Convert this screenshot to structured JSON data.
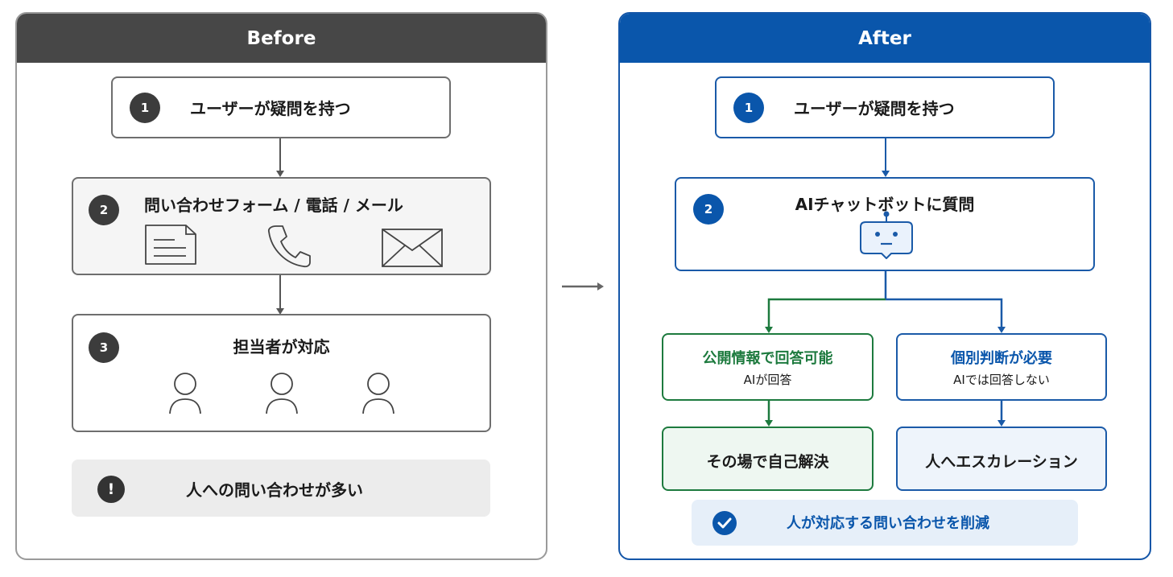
{
  "before": {
    "header": "Before",
    "step1": {
      "number": "1",
      "label": "ユーザーが疑問を持つ"
    },
    "step2": {
      "number": "2",
      "label": "問い合わせフォーム / 電話 / メール",
      "icons": [
        "document-icon",
        "phone-icon",
        "mail-icon"
      ]
    },
    "step3": {
      "number": "3",
      "label": "担当者が対応",
      "icons": [
        "person-icon",
        "person-icon",
        "person-icon"
      ]
    },
    "result": {
      "icon": "exclamation-icon",
      "label": "人への問い合わせが多い"
    }
  },
  "after": {
    "header": "After",
    "step1": {
      "number": "1",
      "label": "ユーザーが疑問を持つ"
    },
    "step2": {
      "number": "2",
      "label": "AIチャットボットに質問",
      "icon": "robot-icon"
    },
    "branch_public": {
      "title": "公開情報で回答可能",
      "subtitle": "AIが回答"
    },
    "branch_individual": {
      "title": "個別判断が必要",
      "subtitle": "AIでは回答しない"
    },
    "outcome_self": {
      "label": "その場で自己解決"
    },
    "outcome_escalate": {
      "label": "人へエスカレーション"
    },
    "result": {
      "icon": "check-circle-icon",
      "label": "人が対応する問い合わせを削減"
    }
  },
  "colors": {
    "before_header": "#474747",
    "after_header": "#0a56ab",
    "green": "#1d7a3e",
    "blue": "#0a56ab"
  }
}
